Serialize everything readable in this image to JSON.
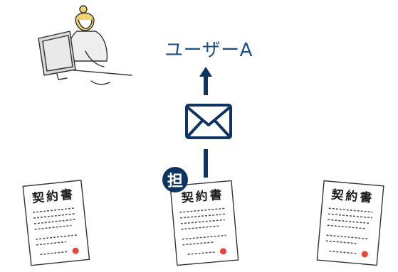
{
  "diagram": {
    "recipient": {
      "label": "ユーザーA",
      "figure_icon": "person-at-computer-illustration"
    },
    "flow": {
      "direction": "up",
      "message_icon": "envelope-icon",
      "color": "#0f3461"
    },
    "badge": {
      "label": "担",
      "color": "#0f3461"
    },
    "documents": [
      {
        "title": "契約書",
        "stamp_color": "#e8453c"
      },
      {
        "title": "契約書",
        "stamp_color": "#e8453c"
      },
      {
        "title": "契約書",
        "stamp_color": "#e8453c"
      }
    ]
  }
}
